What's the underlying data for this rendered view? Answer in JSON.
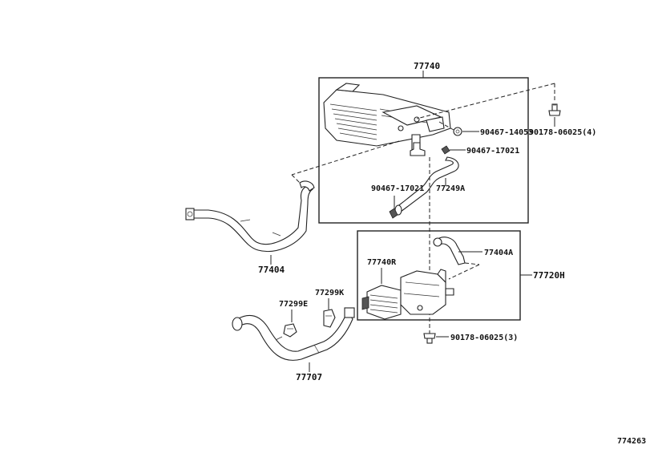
{
  "diagram_id": "774263",
  "labels": {
    "p77740": "77740",
    "p90178_4": "90178-06025(4)",
    "p90467_14053": "90467-14053",
    "p90467_17021_a": "90467-17021",
    "p90467_17021_b": "90467-17021",
    "p77249a": "77249A",
    "p77404": "77404",
    "p77404a": "77404A",
    "p77740r": "77740R",
    "p77720h": "77720H",
    "p77299e": "77299E",
    "p77299k": "77299K",
    "p90178_3": "90178-06025(3)",
    "p77707": "77707"
  }
}
